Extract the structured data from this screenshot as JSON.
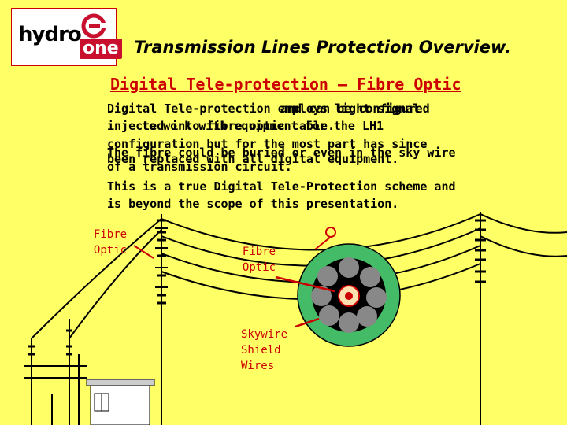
{
  "logo": {
    "word_hydro": "hydro",
    "word_one": "one"
  },
  "page_title": "Transmission Lines Protection Overview.",
  "slide_heading": "Digital Tele-protection – Fibre Optic",
  "overlapping_text": {
    "line1a": "Digital Tele-protection employs light signal",
    "line1b": "and can be configured",
    "line2a": "injected into fibre optic cable.",
    "line2b": "to work with equipment for the LH1",
    "line3": "configuration but for the most part has since",
    "line4": "been replaced with all digital equipment.",
    "line5": "The fibre could be buried or even in the sky wire",
    "line6": "of a transmission circuit."
  },
  "paragraph2": {
    "line1": "This is a true Digital Tele-Protection scheme and",
    "line2": "is beyond the scope of this presentation."
  },
  "labels": {
    "fibre_optic_left_1": "Fibre",
    "fibre_optic_left_2": "Optic",
    "fibre_optic_center_1": "Fibre",
    "fibre_optic_center_2": "Optic",
    "skywire_1": "Skywire",
    "skywire_2": "Shield",
    "skywire_3": "Wires"
  },
  "colors": {
    "background": "#ffff66",
    "accent_red": "#cc0000",
    "cable_green": "#44bb66"
  }
}
